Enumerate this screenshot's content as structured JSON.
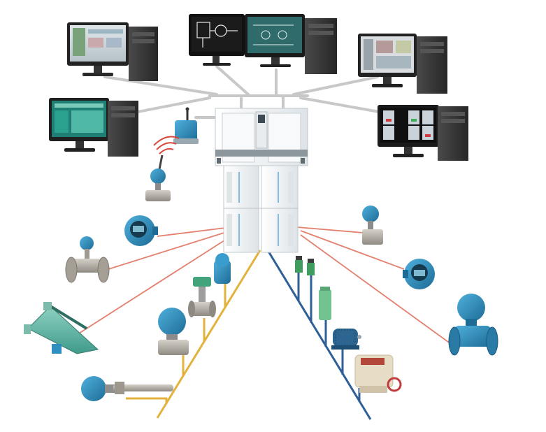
{
  "diagram": {
    "colors": {
      "ethernet": "#c2c2c2",
      "hart": "#e07a6a",
      "fieldbus_yellow": "#e2b23c",
      "fieldbus_blue": "#2f5f97",
      "device_blue": "#2f8fc0",
      "device_blue_dark": "#1f6f97",
      "pc_dark": "#2b2b2b",
      "pc_gray": "#6e6e6e",
      "controller_white": "#f2f5f7",
      "valve_tan": "#e7dcc6",
      "steel": "#b9b4ab"
    },
    "nodes": {
      "workstations": [
        "operator-workstation",
        "engineering-workstation",
        "historian-workstation",
        "application-workstation",
        "alarm-workstation"
      ],
      "controller": "dcs-controller-rack",
      "wireless_gateway": "wireless-gateway",
      "wireless_transmitter": "wireless-pressure-transmitter",
      "hart_devices": [
        "coriolis-flow-meter",
        "vortex-flow-meter",
        "field-indicator-left",
        "pressure-transmitter-right",
        "field-indicator-right",
        "magnetic-flow-meter"
      ],
      "yellow_bus_devices": [
        "temperature-sensor",
        "differential-pressure-transmitter",
        "control-valve-positioner",
        "pressure-transmitter-head"
      ],
      "blue_bus_devices": [
        "proximity-sensor-1",
        "proximity-sensor-2",
        "level-switch",
        "electric-motor",
        "valve-actuator"
      ]
    },
    "icons": {
      "monitor": "monitor-icon",
      "tower": "pc-tower-icon",
      "signal": "wireless-signal-icon",
      "valve_handwheel": "handwheel-icon"
    },
    "actuator_plate_label": ""
  }
}
